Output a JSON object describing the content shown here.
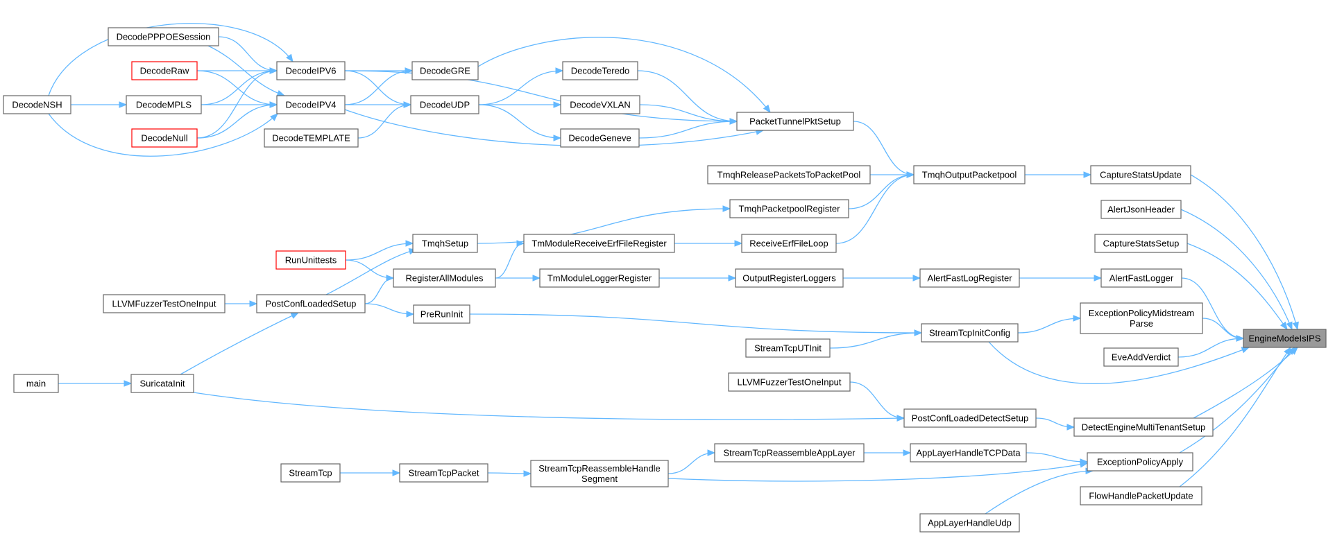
{
  "colors": {
    "edge": "#63b8ff",
    "node_border": "#666666",
    "node_border_undocumented": "#ff0000",
    "root_fill": "#999999",
    "background": "#ffffff"
  },
  "nodes": {
    "DecodeNSH": {
      "label": "DecodeNSH"
    },
    "DecodePPPOESession": {
      "label": "DecodePPPOESession"
    },
    "DecodeRaw": {
      "label": "DecodeRaw",
      "style": "red"
    },
    "DecodeMPLS": {
      "label": "DecodeMPLS"
    },
    "DecodeNull": {
      "label": "DecodeNull",
      "style": "red"
    },
    "DecodeTEMPLATE": {
      "label": "DecodeTEMPLATE"
    },
    "DecodeIPV6": {
      "label": "DecodeIPV6"
    },
    "DecodeIPV4": {
      "label": "DecodeIPV4"
    },
    "DecodeGRE": {
      "label": "DecodeGRE"
    },
    "DecodeUDP": {
      "label": "DecodeUDP"
    },
    "DecodeTeredo": {
      "label": "DecodeTeredo"
    },
    "DecodeVXLAN": {
      "label": "DecodeVXLAN"
    },
    "DecodeGeneve": {
      "label": "DecodeGeneve"
    },
    "PacketTunnelPktSetup": {
      "label": "PacketTunnelPktSetup"
    },
    "TmqhReleasePacketsToPacketPool": {
      "label": "TmqhReleasePacketsToPacketPool"
    },
    "TmqhOutputPacketpool": {
      "label": "TmqhOutputPacketpool"
    },
    "CaptureStatsUpdate": {
      "label": "CaptureStatsUpdate"
    },
    "TmqhPacketpoolRegister": {
      "label": "TmqhPacketpoolRegister"
    },
    "AlertJsonHeader": {
      "label": "AlertJsonHeader"
    },
    "TmqhSetup": {
      "label": "TmqhSetup"
    },
    "TmModuleReceiveErfFileRegister": {
      "label": "TmModuleReceiveErfFileRegister"
    },
    "ReceiveErfFileLoop": {
      "label": "ReceiveErfFileLoop"
    },
    "CaptureStatsSetup": {
      "label": "CaptureStatsSetup"
    },
    "RunUnittests": {
      "label": "RunUnittests",
      "style": "red"
    },
    "RegisterAllModules": {
      "label": "RegisterAllModules"
    },
    "TmModuleLoggerRegister": {
      "label": "TmModuleLoggerRegister"
    },
    "OutputRegisterLoggers": {
      "label": "OutputRegisterLoggers"
    },
    "AlertFastLogRegister": {
      "label": "AlertFastLogRegister"
    },
    "AlertFastLogger": {
      "label": "AlertFastLogger"
    },
    "LLVMFuzzerTestOneInput1": {
      "label": "LLVMFuzzerTestOneInput"
    },
    "PostConfLoadedSetup": {
      "label": "PostConfLoadedSetup"
    },
    "PreRunInit": {
      "label": "PreRunInit"
    },
    "StreamTcpInitConfig": {
      "label": "StreamTcpInitConfig"
    },
    "ExceptionPolicyMidstreamParse": {
      "label": "ExceptionPolicyMidstream",
      "label2": "Parse"
    },
    "EngineModeIsIPS": {
      "label": "EngineModeIsIPS",
      "style": "root"
    },
    "StreamTcpUTInit": {
      "label": "StreamTcpUTInit"
    },
    "EveAddVerdict": {
      "label": "EveAddVerdict"
    },
    "main": {
      "label": "main"
    },
    "SuricataInit": {
      "label": "SuricataInit"
    },
    "LLVMFuzzerTestOneInput2": {
      "label": "LLVMFuzzerTestOneInput"
    },
    "PostConfLoadedDetectSetup": {
      "label": "PostConfLoadedDetectSetup"
    },
    "DetectEngineMultiTenantSetup": {
      "label": "DetectEngineMultiTenantSetup"
    },
    "StreamTcpReassembleAppLayer": {
      "label": "StreamTcpReassembleAppLayer"
    },
    "AppLayerHandleTCPData": {
      "label": "AppLayerHandleTCPData"
    },
    "ExceptionPolicyApply": {
      "label": "ExceptionPolicyApply"
    },
    "StreamTcp": {
      "label": "StreamTcp"
    },
    "StreamTcpPacket": {
      "label": "StreamTcpPacket"
    },
    "StreamTcpReassembleHandleSegment": {
      "label": "StreamTcpReassembleHandle",
      "label2": "Segment"
    },
    "FlowHandlePacketUpdate": {
      "label": "FlowHandlePacketUpdate"
    },
    "AppLayerHandleUdp": {
      "label": "AppLayerHandleUdp"
    }
  },
  "edges": [
    [
      "DecodeNSH",
      "DecodeIPV6"
    ],
    [
      "DecodeNSH",
      "DecodeIPV4"
    ],
    [
      "DecodeNSH",
      "DecodeMPLS"
    ],
    [
      "DecodePPPOESession",
      "DecodeIPV6"
    ],
    [
      "DecodePPPOESession",
      "DecodeIPV4"
    ],
    [
      "DecodeRaw",
      "DecodeIPV6"
    ],
    [
      "DecodeRaw",
      "DecodeIPV4"
    ],
    [
      "DecodeMPLS",
      "DecodeIPV6"
    ],
    [
      "DecodeMPLS",
      "DecodeIPV4"
    ],
    [
      "DecodeNull",
      "DecodeIPV6"
    ],
    [
      "DecodeNull",
      "DecodeIPV4"
    ],
    [
      "DecodeTEMPLATE",
      "DecodeUDP"
    ],
    [
      "DecodeIPV6",
      "DecodeGRE"
    ],
    [
      "DecodeIPV6",
      "DecodeUDP"
    ],
    [
      "DecodeIPV6",
      "PacketTunnelPktSetup"
    ],
    [
      "DecodeIPV4",
      "DecodeGRE"
    ],
    [
      "DecodeIPV4",
      "DecodeUDP"
    ],
    [
      "DecodeIPV4",
      "PacketTunnelPktSetup"
    ],
    [
      "DecodeGRE",
      "PacketTunnelPktSetup"
    ],
    [
      "DecodeUDP",
      "DecodeTeredo"
    ],
    [
      "DecodeUDP",
      "DecodeVXLAN"
    ],
    [
      "DecodeUDP",
      "DecodeGeneve"
    ],
    [
      "DecodeTeredo",
      "PacketTunnelPktSetup"
    ],
    [
      "DecodeVXLAN",
      "PacketTunnelPktSetup"
    ],
    [
      "DecodeGeneve",
      "PacketTunnelPktSetup"
    ],
    [
      "PacketTunnelPktSetup",
      "TmqhOutputPacketpool"
    ],
    [
      "TmqhReleasePacketsToPacketPool",
      "TmqhOutputPacketpool"
    ],
    [
      "TmqhPacketpoolRegister",
      "TmqhOutputPacketpool"
    ],
    [
      "ReceiveErfFileLoop",
      "TmqhOutputPacketpool"
    ],
    [
      "TmqhOutputPacketpool",
      "CaptureStatsUpdate"
    ],
    [
      "CaptureStatsUpdate",
      "EngineModeIsIPS"
    ],
    [
      "AlertJsonHeader",
      "EngineModeIsIPS"
    ],
    [
      "CaptureStatsSetup",
      "EngineModeIsIPS"
    ],
    [
      "TmqhSetup",
      "TmqhPacketpoolRegister"
    ],
    [
      "RunUnittests",
      "TmqhSetup"
    ],
    [
      "RunUnittests",
      "RegisterAllModules"
    ],
    [
      "PostConfLoadedSetup",
      "TmqhSetup"
    ],
    [
      "PostConfLoadedSetup",
      "RegisterAllModules"
    ],
    [
      "PostConfLoadedSetup",
      "PreRunInit"
    ],
    [
      "RegisterAllModules",
      "TmModuleReceiveErfFileRegister"
    ],
    [
      "RegisterAllModules",
      "TmModuleLoggerRegister"
    ],
    [
      "TmModuleReceiveErfFileRegister",
      "ReceiveErfFileLoop"
    ],
    [
      "TmModuleLoggerRegister",
      "OutputRegisterLoggers"
    ],
    [
      "OutputRegisterLoggers",
      "AlertFastLogRegister"
    ],
    [
      "AlertFastLogRegister",
      "AlertFastLogger"
    ],
    [
      "AlertFastLogger",
      "EngineModeIsIPS"
    ],
    [
      "LLVMFuzzerTestOneInput1",
      "PostConfLoadedSetup"
    ],
    [
      "PreRunInit",
      "StreamTcpInitConfig"
    ],
    [
      "StreamTcpUTInit",
      "StreamTcpInitConfig"
    ],
    [
      "StreamTcpInitConfig",
      "ExceptionPolicyMidstreamParse"
    ],
    [
      "StreamTcpInitConfig",
      "EngineModeIsIPS"
    ],
    [
      "ExceptionPolicyMidstreamParse",
      "EngineModeIsIPS"
    ],
    [
      "EveAddVerdict",
      "EngineModeIsIPS"
    ],
    [
      "main",
      "SuricataInit"
    ],
    [
      "SuricataInit",
      "PostConfLoadedSetup"
    ],
    [
      "SuricataInit",
      "PostConfLoadedDetectSetup"
    ],
    [
      "LLVMFuzzerTestOneInput2",
      "PostConfLoadedDetectSetup"
    ],
    [
      "PostConfLoadedDetectSetup",
      "DetectEngineMultiTenantSetup"
    ],
    [
      "DetectEngineMultiTenantSetup",
      "EngineModeIsIPS"
    ],
    [
      "StreamTcp",
      "StreamTcpPacket"
    ],
    [
      "StreamTcpPacket",
      "StreamTcpReassembleHandleSegment"
    ],
    [
      "StreamTcpReassembleHandleSegment",
      "StreamTcpReassembleAppLayer"
    ],
    [
      "StreamTcpReassembleHandleSegment",
      "ExceptionPolicyApply"
    ],
    [
      "StreamTcpReassembleAppLayer",
      "AppLayerHandleTCPData"
    ],
    [
      "AppLayerHandleTCPData",
      "ExceptionPolicyApply"
    ],
    [
      "AppLayerHandleUdp",
      "ExceptionPolicyApply"
    ],
    [
      "ExceptionPolicyApply",
      "EngineModeIsIPS"
    ],
    [
      "FlowHandlePacketUpdate",
      "EngineModeIsIPS"
    ]
  ]
}
